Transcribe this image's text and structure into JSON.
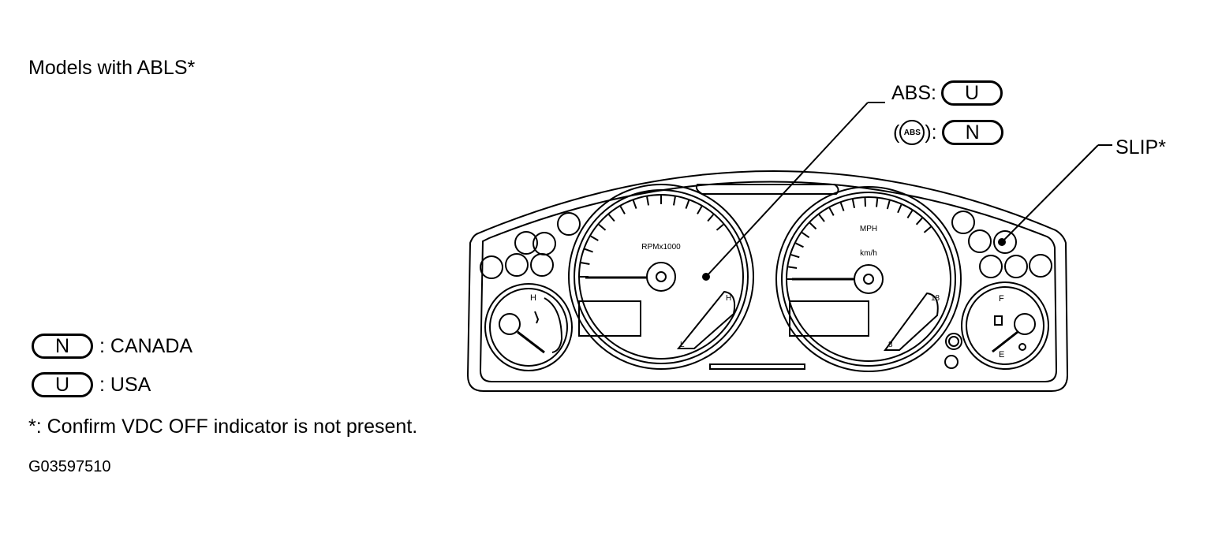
{
  "title": "Models with ABLS*",
  "legend": {
    "canada": {
      "code": "N",
      "label": ": CANADA"
    },
    "usa": {
      "code": "U",
      "label": ": USA"
    }
  },
  "note": "*: Confirm VDC OFF indicator is not present.",
  "figure_id": "G03597510",
  "callouts": {
    "abs_text": {
      "label": "ABS:",
      "code": "U"
    },
    "abs_symbol": {
      "paren_open": "(",
      "symbol": "ABS",
      "paren_close": "):",
      "code": "N"
    },
    "slip": "SLIP*"
  },
  "gauges": {
    "tach_label": "RPMx1000",
    "speed_unit_top": "MPH",
    "speed_unit_bottom": "km/h",
    "temp_high": "H",
    "oil_high": "H",
    "oil_low": "L",
    "volt_high": "18",
    "volt_low": "8",
    "fuel_full": "F",
    "fuel_empty": "E"
  }
}
